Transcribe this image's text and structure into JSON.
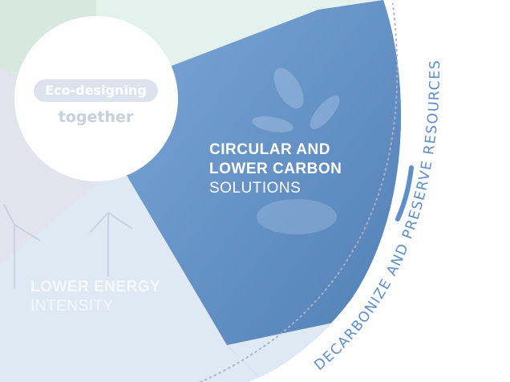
{
  "center": {
    "badge": "Eco-designing",
    "subtitle": "together"
  },
  "segments": [
    {
      "title": "CIRCULAR AND",
      "title2": "LOWER CARBON",
      "subtitle": "SOLUTIONS"
    },
    {
      "title": "LOWER ENERGY",
      "subtitle": "INTENSITY"
    }
  ],
  "arc_text": "DECARBONIZE AND PRESERVE RESOURCES",
  "colors": {
    "accent": "#5f8fc9",
    "blue_segment": "#6391c6",
    "green_segment": "#e3f2ec",
    "light_blue_segment": "#dde7f3"
  }
}
